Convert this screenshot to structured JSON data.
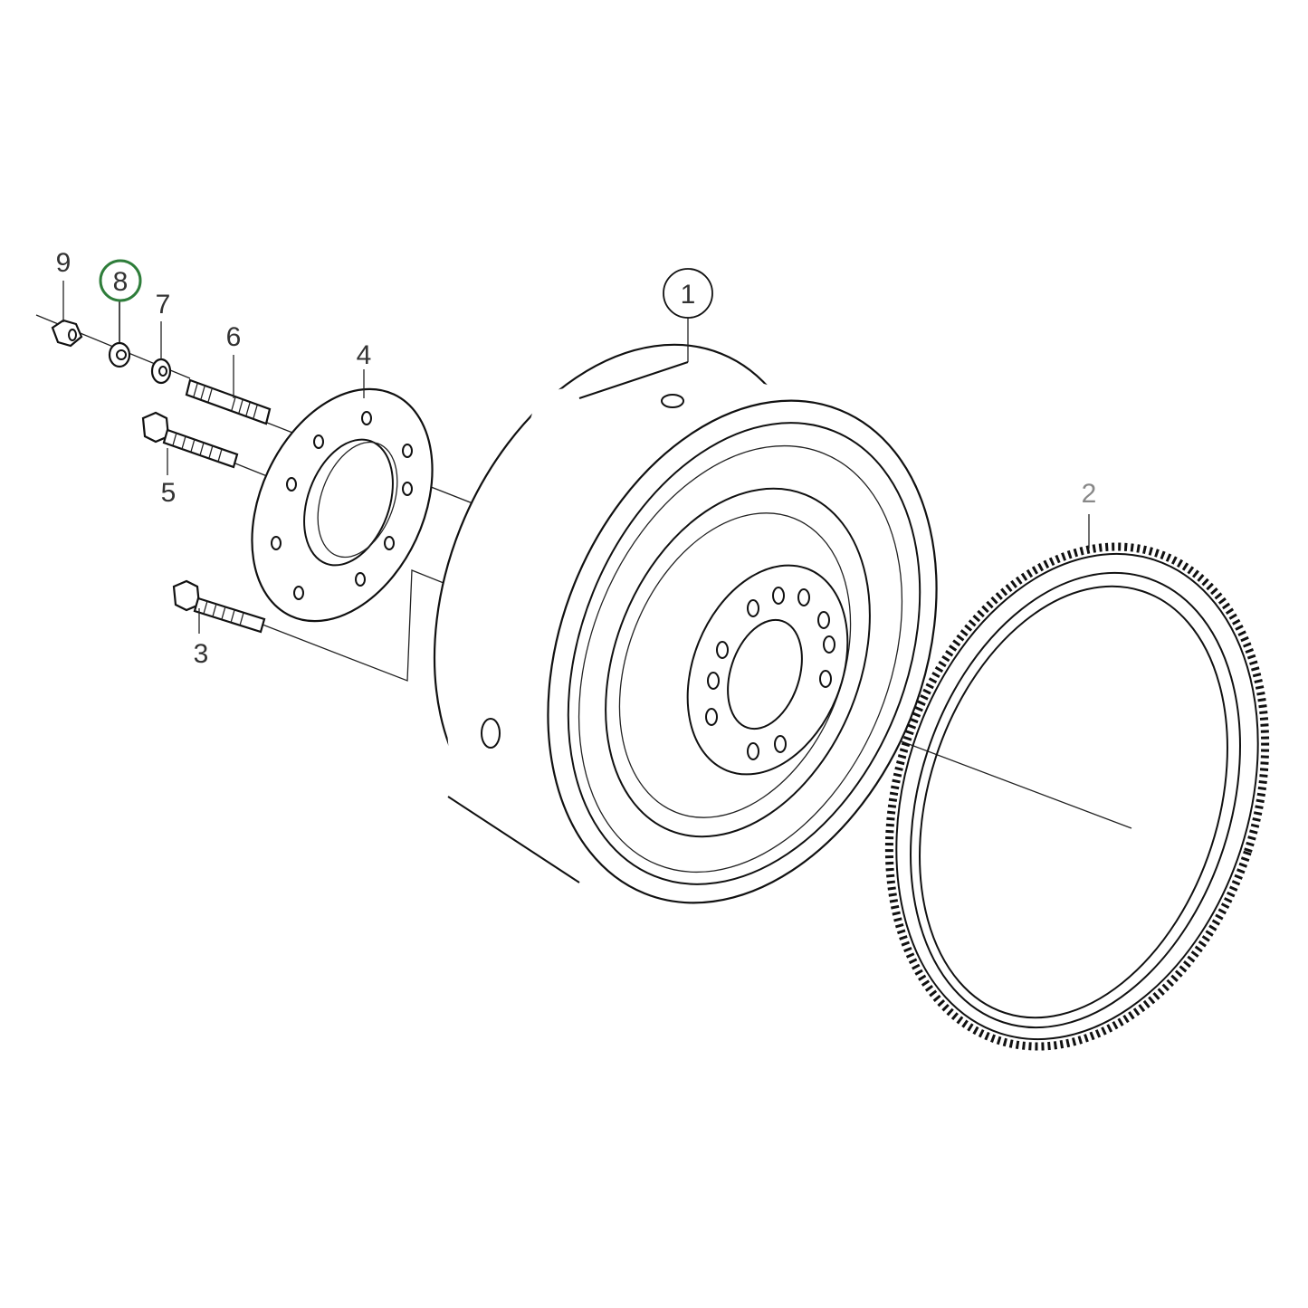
{
  "callouts": [
    {
      "number": "1",
      "circled": true
    },
    {
      "number": "2",
      "circled": false
    },
    {
      "number": "3",
      "circled": false
    },
    {
      "number": "4",
      "circled": false
    },
    {
      "number": "5",
      "circled": false
    },
    {
      "number": "6",
      "circled": false
    },
    {
      "number": "7",
      "circled": false
    },
    {
      "number": "8",
      "circled": true,
      "highlighted": true
    },
    {
      "number": "9",
      "circled": false
    }
  ],
  "colors": {
    "line": "#111111",
    "highlight": "#2e7d3a",
    "label": "#333333",
    "label_2": "#888888"
  }
}
